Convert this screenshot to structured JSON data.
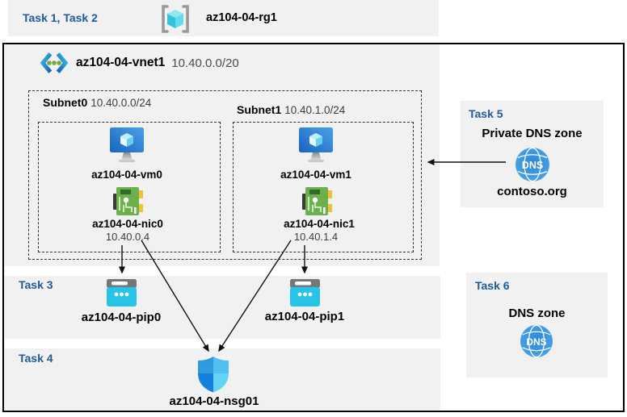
{
  "banner": {
    "label": "Task 1, Task 2",
    "resource_group": "az104-04-rg1"
  },
  "vnet": {
    "name": "az104-04-vnet1",
    "cidr": "10.40.0.0/20"
  },
  "subnets": [
    {
      "name": "Subnet0",
      "cidr": "10.40.0.0/24",
      "vm": "az104-04-vm0",
      "nic": "az104-04-nic0",
      "ip": "10.40.0.4"
    },
    {
      "name": "Subnet1",
      "cidr": "10.40.1.0/24",
      "vm": "az104-04-vm1",
      "nic": "az104-04-nic1",
      "ip": "10.40.1.4"
    }
  ],
  "task3": {
    "label": "Task 3",
    "pip0": "az104-04-pip0",
    "pip1": "az104-04-pip1"
  },
  "task4": {
    "label": "Task 4",
    "nsg": "az104-04-nsg01"
  },
  "task5": {
    "label": "Task 5",
    "title": "Private DNS zone",
    "zone": "contoso.org",
    "dns_icon_text": "DNS"
  },
  "task6": {
    "label": "Task 6",
    "title": "DNS zone",
    "dns_icon_text": "DNS"
  },
  "colors": {
    "panel_gray": "#f1f1f1",
    "task_label_blue": "#1F5B99",
    "border_black": "#000000",
    "arrow_black": "#111111",
    "vm_blue": "#2F7CD0",
    "nic_green": "#6CB04E",
    "pip_cyan": "#29C3E7",
    "nsg_blue": "#2E9BDE",
    "dns_blue": "#2E86D0"
  }
}
